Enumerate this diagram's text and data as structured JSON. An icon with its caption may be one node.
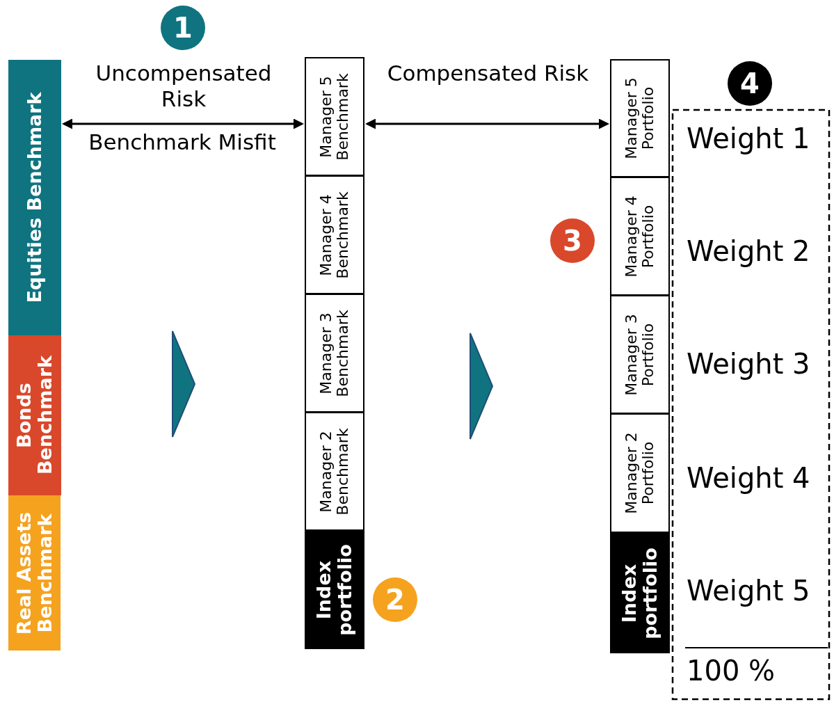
{
  "diagram": {
    "nodes": [
      {
        "text": [
          "Equities Benchmark"
        ]
      },
      {
        "text": [
          "Bonds Benchmark"
        ]
      },
      {
        "text": [
          "Real Assets Benchmark"
        ]
      },
      {
        "text": [
          "Manager 5 Benchmark"
        ]
      },
      {
        "text": [
          "Manager 4 Benchmark"
        ]
      },
      {
        "text": [
          "Manager 3 Benchmark"
        ]
      },
      {
        "text": [
          "Manager 2 Benchmark"
        ]
      },
      {
        "text": [
          "Index portfolio"
        ]
      },
      {
        "text": [
          "Manager 5 Portfolio"
        ]
      },
      {
        "text": [
          "Manager 4 Portfolio"
        ]
      },
      {
        "text": [
          "Manager 3 Portfolio"
        ]
      },
      {
        "text": [
          "Manager 2 Portfolio"
        ]
      },
      {
        "text": [
          "Index portfolio"
        ]
      },
      {
        "text": [
          "Weight 1",
          "Weight 2",
          "Weight 3",
          "Weight 4",
          "Weight 5",
          "100 %"
        ]
      },
      {
        "text": [
          "1"
        ]
      },
      {
        "text": [
          "2"
        ]
      },
      {
        "text": [
          "3"
        ]
      },
      {
        "text": [
          "4"
        ]
      }
    ],
    "edges": [
      {
        "from": 0,
        "to": 3,
        "arrow": "both",
        "label": "Uncompensated Risk"
      },
      {
        "from": 3,
        "to": 8,
        "arrow": "both",
        "label": "Compensated Risk"
      }
    ],
    "labels": [
      "Benchmark Misfit"
    ]
  }
}
